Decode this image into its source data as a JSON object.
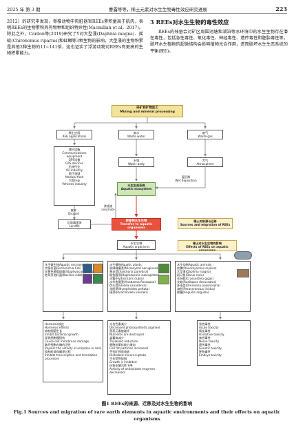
{
  "header": {
    "left": "2025 年 第 3 期",
    "center": "曹露等等，稀土元素对水生生物毒性效应研究进展",
    "page": "223"
  },
  "left_col": {
    "text": "2012）的研究中发现，脊椎动物中肉脏器官REEs累积量高于肌肉，表明REEs的生物累积具有物种和组织特异性(Macmillan et al，2017)。除此之外，Cardon等(2019)研究了Y对大型溞(Daphnia magna)、摇蚊(Chironomus riparius)和虹鳟等3种生物的影响，大型溞的生物积累是其他2种生物的11~141倍，这也证实了浮游动物对REEs有更高的生物积累能力。"
  },
  "right_col": {
    "section_title": "3  REEs对水生生物的毒性效应",
    "text": "REEs的残留会对矿区周围池塘和湖泊等水环境中的水生生物存在潜在毒性，包括急性毒性、氧化毒性、神经毒性、遗传毒性和胚胎毒性等，破坏水生植物的超微结构会影响植物光合作用，进而破坏水生生态系统的平衡(图1)。"
  },
  "figure": {
    "top": "采矿和矿物加工\nMining and mineral processing",
    "source_boxes": [
      "稀土应用\nREE applications",
      "废水\nWaste water",
      "废气\nWaste gas"
    ],
    "applications": "通讯设备\nCommunications equipment\nGPS设备\nGPS devices\n石油行业\nOil industry\n医疗领域\nMedical field\n汽车行业\nVehicles industry",
    "water_body": "水域\nWater body",
    "atmosphere": "大气\nAtmosphere",
    "wet_deposition": "湿沉降\nWet deposition",
    "aquatic_ecosystem": "水生生态系统\nAquatic ecosystem",
    "discard": "废弃\nDiscard",
    "leachate": "渗滤液\nLeachate",
    "landfill": "垃圾填埋场\nLandfill",
    "transfer": "转移到水生生物\nTransfer to aquatic organisms",
    "source_legend": "稀土的来源与迁移\nSources and migration of REEs",
    "effects_legend": "稀土对水生生物的影响\nEffects of REEs on aquatic organisms",
    "aquatic_organisms": "水生生物\nAquatic organisms",
    "microorganism": "水生微生物Aquatic microorganism :\n大肠杆菌(Escherichia Coli)\n金黄色葡萄球菌(Staphylococcus aureus)\n枯草芽孢杆菌(Bacillus subtilis)",
    "plants": "水生植物Aquatic plants :\n铜绿微囊藻(Microcystis aeruginosa)\n黄丝藻(Xanthoria parietina)\n假鱼腥藻(Raphidocelis subcapitata)\n水鳖(Hydrocharis dubia)\n水华鱼腥藻(Anabaena flosaquae)\n伊乐藻(Elodea canadensis)\n龙胆草(Nymphoides peltata)\n绿藻(Parachlorella kessleri)",
    "animals": "水生动物Aquatic animals :\n虹鳟(Oncorhynchus mykiss)\n大型溞(Daphnia magna)\n斑马鱼(Danio rerio)\n长牡蛎(Crassostrea gigas)\n文蛤(Ruditapes decussatus)\n多毛类(Dreissena polymorpha)\n海胆(Paracentrotus lividus)\n欧鳗(Anguilla anguilla)",
    "micro_effects": "Hormesis效应\nHormesis effects\n抑制细菌生长\nInhibit bacterial growth\n导致细胞膜损伤\nCause cell membrane damage\n破坏细胞内酶的活性\nImpairs the activity of enzymes in cells\n抑制转录和翻译过程\nInhibits transcription and translation processes",
    "plant_effects": "光合色素减少\nDecreased photosynthetic pigment\n营养元素被破坏\nNutrients are destroyed\n类囊体减少\nThylakoid reduction\n细胞抗氧化能力增加\nCell fat particles increased\n干扰矿物质吸收\nDisturbed mineral uptake\n生长受到抑制\nGrowth is inhibited\n抗氧化酶活性下降\nActivity of antioxidant enzymes decreased",
    "animal_effects": "急性毒性\nAcute toxicity\n氧化毒性\nOxidative toxicity\n神经毒性\nNerve toxicity\n遗传毒性\nGenetic toxicity\n胚胎毒性\nEmbryo toxicity",
    "colors": {
      "yellow": "#f6e39a",
      "green": "#cfe6b9",
      "red": "#e8513c",
      "cream": "#fdf1cc",
      "arrow": "#7a7a7a",
      "red_arrow": "#d23c2a"
    }
  },
  "caption": {
    "cn": "图1  REEs的来源、迁移及对水生生物的影响",
    "en": "Fig.1  Sources and migration of rare earth elements in aquatic environments and their effects on aquatic organisms"
  }
}
